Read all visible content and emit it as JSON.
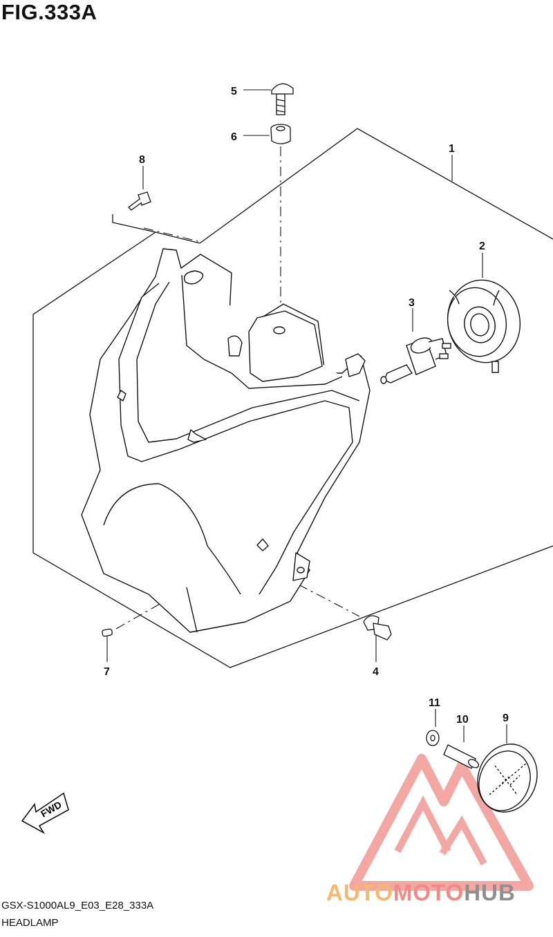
{
  "figure": {
    "title": "FIG.333A"
  },
  "footer": {
    "code": "GSX-S1000AL9_E03_E28_333A",
    "name": "HEADLAMP"
  },
  "fwd_label": "FWD",
  "callouts": [
    "1",
    "2",
    "3",
    "4",
    "5",
    "6",
    "7",
    "8",
    "9",
    "10",
    "11"
  ],
  "watermark": {
    "part1": "AUTO",
    "part2": "MOTO",
    "part3": "HUB"
  },
  "colors": {
    "line": "#111111",
    "watermark_red": "#f08a84",
    "watermark_orange": "#f6b86a",
    "watermark_gray": "#8f8f8f"
  }
}
